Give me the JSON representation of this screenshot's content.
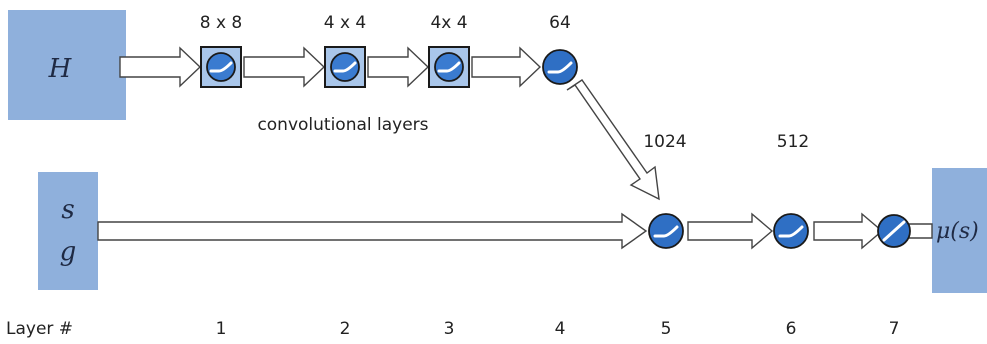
{
  "inputs": {
    "H": "H",
    "s": "s",
    "g": "g",
    "output": "μ(s)"
  },
  "conv_layers": {
    "sizes": [
      "8 x 8",
      "4 x 4",
      "4x 4"
    ],
    "label": "convolutional layers"
  },
  "fc_sizes": {
    "layer4": "64",
    "layer5": "1024",
    "layer6": "512"
  },
  "layer_row": {
    "label": "Layer #",
    "numbers": [
      "1",
      "2",
      "3",
      "4",
      "5",
      "6",
      "7"
    ]
  },
  "colors": {
    "input_box": "#8fb0dc",
    "conv_square": "#a9c6ea",
    "node": "#2f6fc4",
    "arrow_outline": "#444444"
  },
  "activations": {
    "layers_1_to_6": "relu-icon",
    "layer_7": "linear-icon"
  }
}
